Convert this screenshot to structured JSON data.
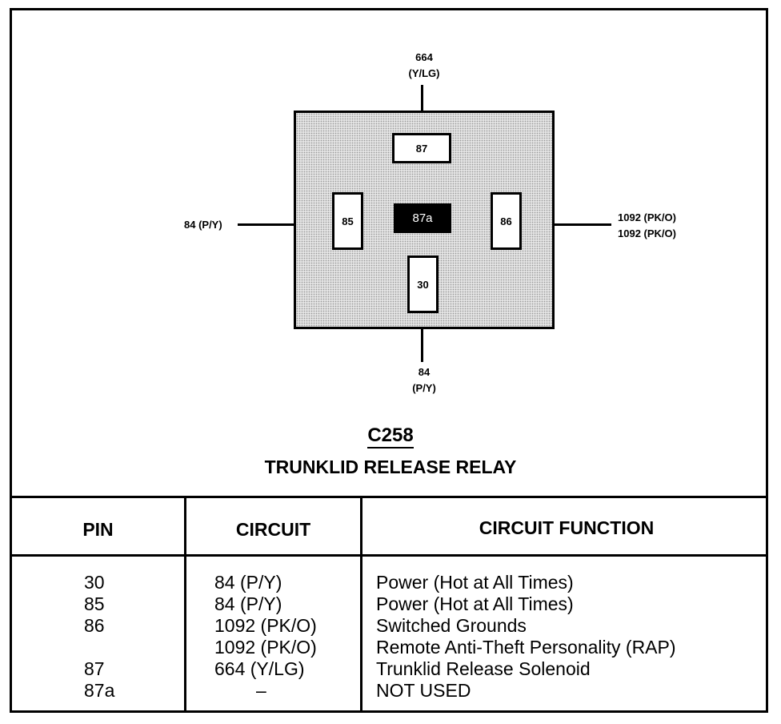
{
  "connector": {
    "id": "C258",
    "name": "TRUNKLID RELEASE RELAY"
  },
  "relay": {
    "pins": [
      {
        "label": "87"
      },
      {
        "label": "85"
      },
      {
        "label": "87a"
      },
      {
        "label": "86"
      },
      {
        "label": "30"
      }
    ],
    "wires": {
      "top": {
        "line1": "664",
        "line2": "(Y/LG)"
      },
      "left": {
        "line1": "84 (P/Y)"
      },
      "right": {
        "line1": "1092 (PK/O)",
        "line2": "1092 (PK/O)"
      },
      "bottom": {
        "line1": "84",
        "line2": "(P/Y)"
      }
    }
  },
  "table": {
    "headers": {
      "pin": "PIN",
      "circuit": "CIRCUIT",
      "function": "CIRCUIT FUNCTION"
    },
    "rows": [
      {
        "pin": "30",
        "circuit": "84 (P/Y)",
        "function": "Power (Hot at All Times)"
      },
      {
        "pin": "85",
        "circuit": "84 (P/Y)",
        "function": "Power (Hot at All Times)"
      },
      {
        "pin": "86",
        "circuit": "1092 (PK/O)",
        "function": "Switched Grounds"
      },
      {
        "pin": "",
        "circuit": "1092 (PK/O)",
        "function": "Remote Anti-Theft Personality (RAP)"
      },
      {
        "pin": "87",
        "circuit": "664 (Y/LG)",
        "function": "Trunklid Release Solenoid"
      },
      {
        "pin": "87a",
        "circuit": "–",
        "function": "NOT USED"
      }
    ]
  }
}
